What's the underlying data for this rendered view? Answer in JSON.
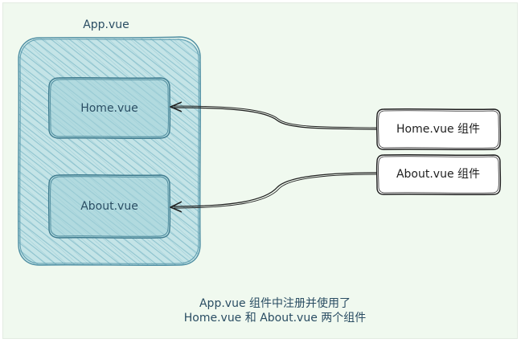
{
  "diagram": {
    "container": {
      "label": "App.vue"
    },
    "slots": [
      {
        "label": "Home.vue"
      },
      {
        "label": "About.vue"
      }
    ],
    "components": [
      {
        "label": "Home.vue 组件"
      },
      {
        "label": "About.vue 组件"
      }
    ],
    "caption": {
      "line1": "App.vue 组件中注册并使用了",
      "line2": "Home.vue 和 About.vue 两个组件"
    },
    "colors": {
      "background": "#f0f9ef",
      "container_fill": "#a9d5dc",
      "container_stroke": "#4f8fa3",
      "box_stroke": "#1e1e1e",
      "text": "#2a4d63"
    }
  }
}
